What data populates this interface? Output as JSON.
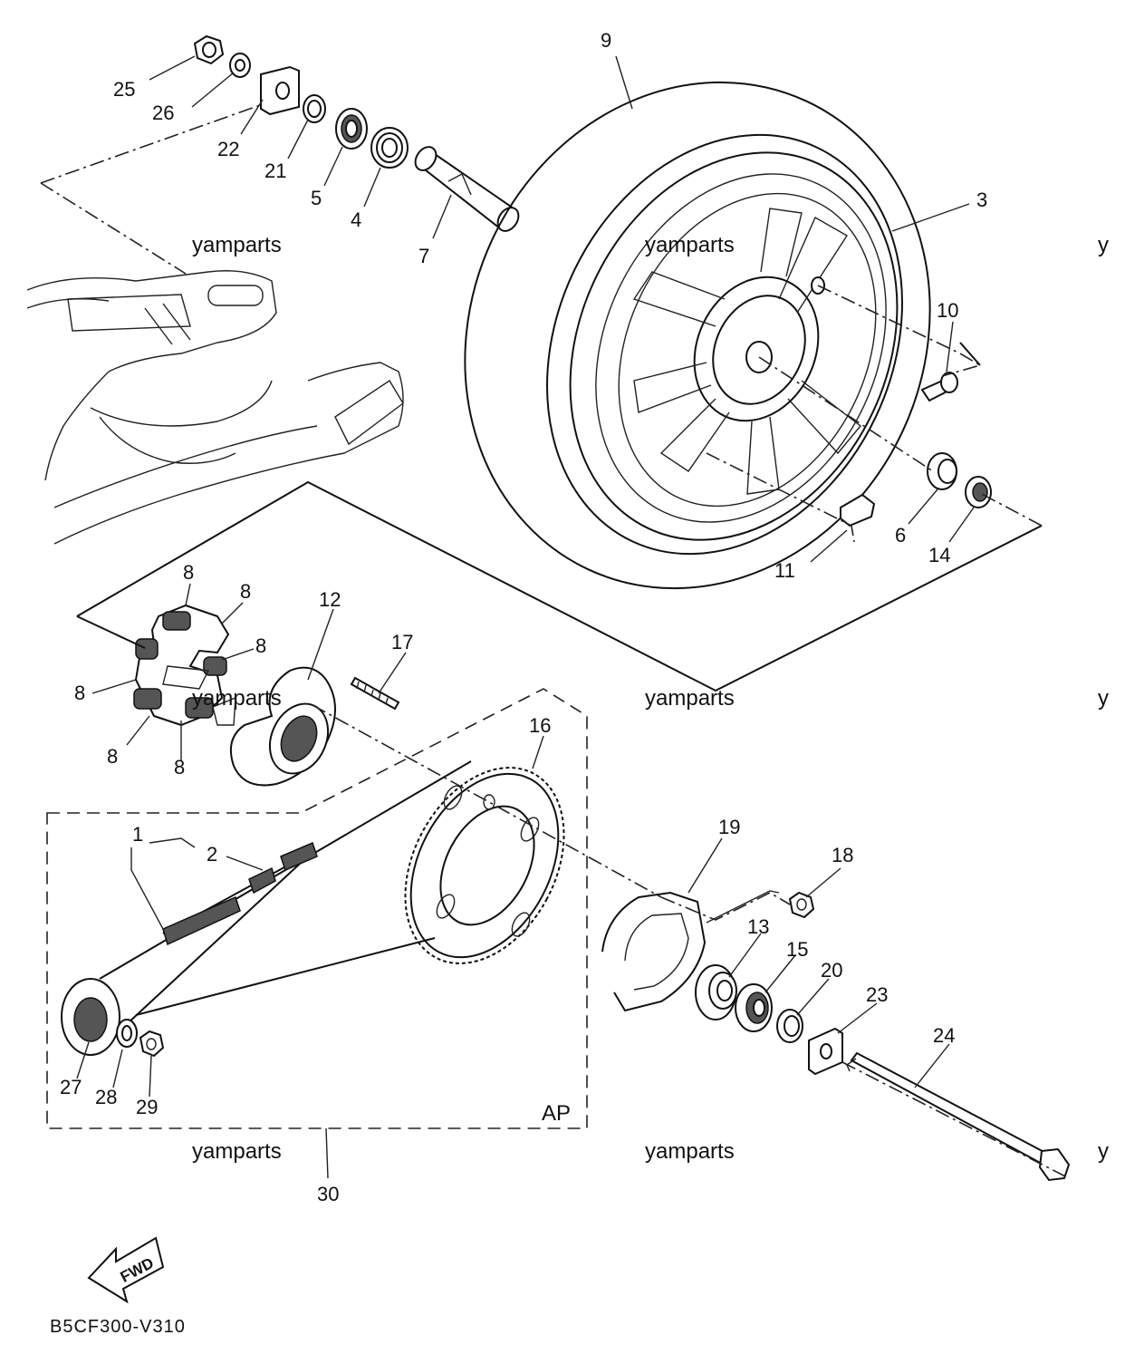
{
  "diagram": {
    "drawing_code": "B5CF300-V310",
    "direction_label": "FWD",
    "assembly_label": "AP",
    "watermark": "yamparts",
    "watermark_cut": "y"
  },
  "callouts": {
    "c1": "1",
    "c2": "2",
    "c3": "3",
    "c4": "4",
    "c5": "5",
    "c6": "6",
    "c7": "7",
    "c8a": "8",
    "c8b": "8",
    "c8c": "8",
    "c8d": "8",
    "c8e": "8",
    "c8f": "8",
    "c9": "9",
    "c10": "10",
    "c11": "11",
    "c12": "12",
    "c13": "13",
    "c14": "14",
    "c15": "15",
    "c16": "16",
    "c17": "17",
    "c18": "18",
    "c19": "19",
    "c20": "20",
    "c21": "21",
    "c22": "22",
    "c23": "23",
    "c24": "24",
    "c25": "25",
    "c26": "26",
    "c27": "27",
    "c28": "28",
    "c29": "29",
    "c30": "30"
  }
}
